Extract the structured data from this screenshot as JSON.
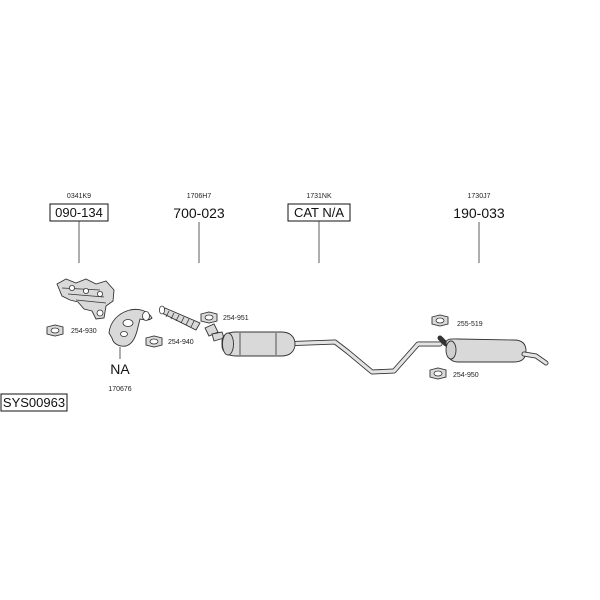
{
  "callouts": [
    {
      "ref": "0341K9",
      "number": "090-134",
      "boxed": true
    },
    {
      "ref": "1706H7",
      "number": "700-023",
      "boxed": false
    },
    {
      "ref": "1731NK",
      "number": "CAT N/A",
      "boxed": true
    },
    {
      "ref": "1730J7",
      "number": "190-033",
      "boxed": false
    }
  ],
  "small_parts": [
    {
      "label": "254-930"
    },
    {
      "label": "254-951"
    },
    {
      "label": "254-940"
    },
    {
      "label": "255-519"
    },
    {
      "label": "254-950"
    }
  ],
  "na_label": "NA",
  "na_ref": "170676",
  "system_code": "SYS00963"
}
